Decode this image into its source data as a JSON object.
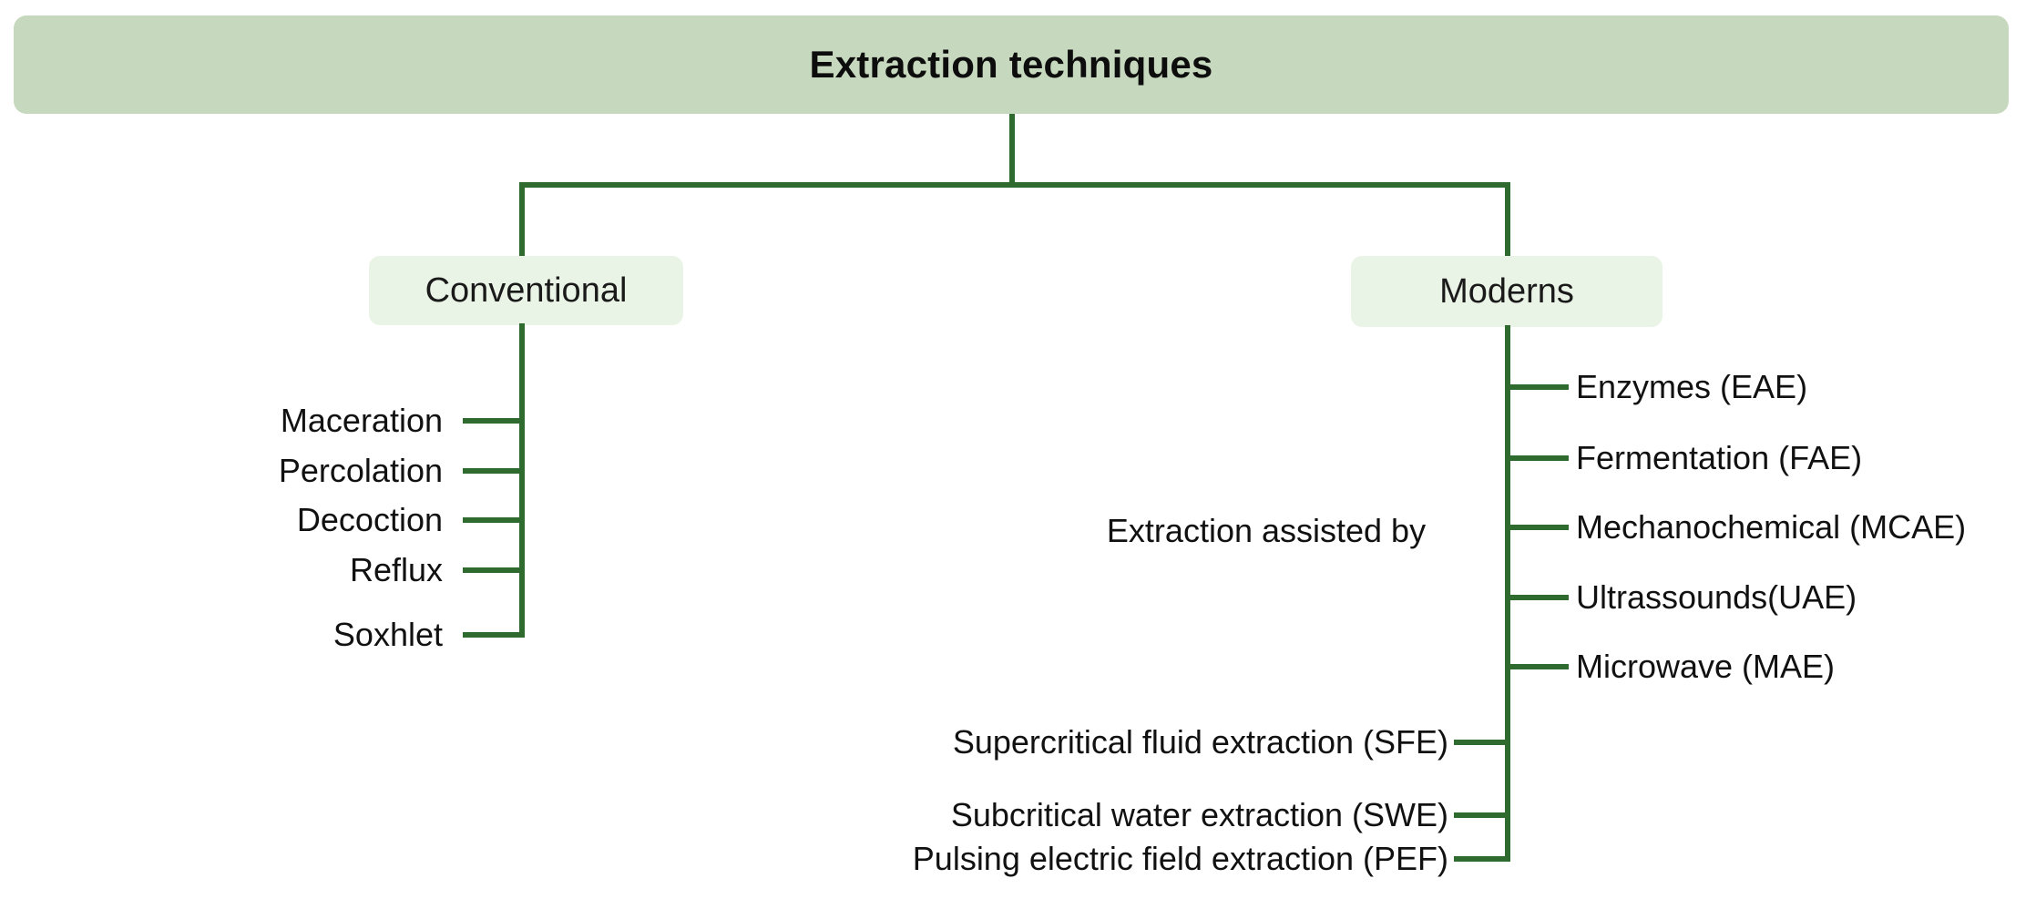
{
  "diagram": {
    "title": "Extraction techniques",
    "branches": [
      {
        "id": "conventional",
        "label": "Conventional",
        "items": [
          "Maceration",
          "Percolation",
          "Decoction",
          "Reflux",
          "Soxhlet"
        ]
      },
      {
        "id": "moderns",
        "label": "Moderns",
        "group_label": "Extraction assisted by",
        "assisted_items": [
          "Enzymes (EAE)",
          "Fermentation (FAE)",
          "Mechanochemical (MCAE)",
          "Ultrassounds(UAE)",
          "Microwave (MAE)"
        ],
        "other_items": [
          "Supercritical fluid extraction (SFE)",
          "Subcritical water extraction (SWE)",
          "Pulsing electric field extraction (PEF)"
        ]
      }
    ],
    "colors": {
      "title_fill": "#c6d8bd",
      "box_fill": "#eaf4e6",
      "line": "#2f6b2e",
      "text": "#111111",
      "background": "#ffffff"
    }
  }
}
